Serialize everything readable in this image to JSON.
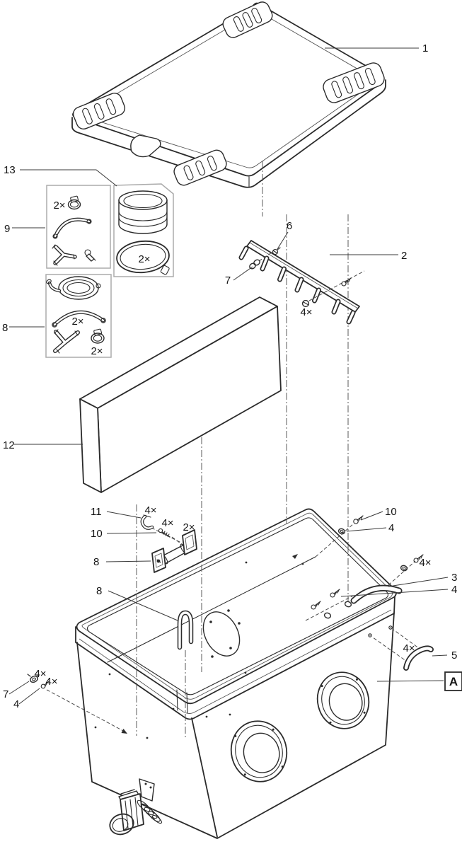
{
  "meta": {
    "type": "exploded-parts-diagram",
    "background_color": "#ffffff",
    "line_color": "#2b2b2b",
    "kit_box_color": "#ababab"
  },
  "callouts": {
    "n1": "1",
    "n2": "2",
    "n3": "3",
    "n4": "4",
    "n5": "5",
    "n6": "6",
    "n7": "7",
    "n8": "8",
    "n9": "9",
    "n10": "10",
    "n11": "11",
    "n12": "12",
    "n13": "13",
    "x2": "2×",
    "x4": "4×",
    "a": "A"
  },
  "callout_instances": [
    {
      "label": "1",
      "points_to": "lid"
    },
    {
      "label": "13",
      "points_to": "coupling-sleeve-kit-box"
    },
    {
      "label": "9",
      "points_to": "hose-parts-kit-box"
    },
    {
      "label": "2×",
      "points_to": "small-hose-clamp-kit9"
    },
    {
      "label": "8",
      "points_to": "hose-kit-box"
    },
    {
      "label": "2×",
      "points_to": "curved-hose-kit8"
    },
    {
      "label": "2×",
      "points_to": "small-hose-clamp-kit8"
    },
    {
      "label": "2×",
      "points_to": "large-hose-clamp-kit13"
    },
    {
      "label": "6",
      "points_to": "spray-bar-screw"
    },
    {
      "label": "7",
      "points_to": "spray-bar-plug"
    },
    {
      "label": "2",
      "points_to": "spray-bar"
    },
    {
      "label": "4×",
      "points_to": "spray-bar-mounting-screws"
    },
    {
      "label": "12",
      "points_to": "foam-insert"
    },
    {
      "label": "11",
      "points_to": "retaining-clip"
    },
    {
      "label": "4×",
      "points_to": "retaining-clip-set"
    },
    {
      "label": "4×",
      "points_to": "handle-screw-set"
    },
    {
      "label": "2×",
      "points_to": "handle-tube"
    },
    {
      "label": "10",
      "points_to": "handle-screw"
    },
    {
      "label": "8",
      "points_to": "handle-bracket-plate"
    },
    {
      "label": "8",
      "points_to": "retaining-pin"
    },
    {
      "label": "10",
      "points_to": "rim-screw-right"
    },
    {
      "label": "4",
      "points_to": "rim-washer-right"
    },
    {
      "label": "4×",
      "points_to": "rim-screw-set-right"
    },
    {
      "label": "3",
      "points_to": "rim-clip"
    },
    {
      "label": "4",
      "points_to": "rim-clip-screw"
    },
    {
      "label": "4×",
      "points_to": "carry-handle-screw-set"
    },
    {
      "label": "5",
      "points_to": "carry-handle"
    },
    {
      "label": "A",
      "points_to": "tank"
    },
    {
      "label": "4×",
      "points_to": "wall-plug-set-1"
    },
    {
      "label": "4×",
      "points_to": "wall-plug-set-2"
    },
    {
      "label": "7",
      "points_to": "wall-plug"
    },
    {
      "label": "4",
      "points_to": "wall-screw"
    }
  ]
}
